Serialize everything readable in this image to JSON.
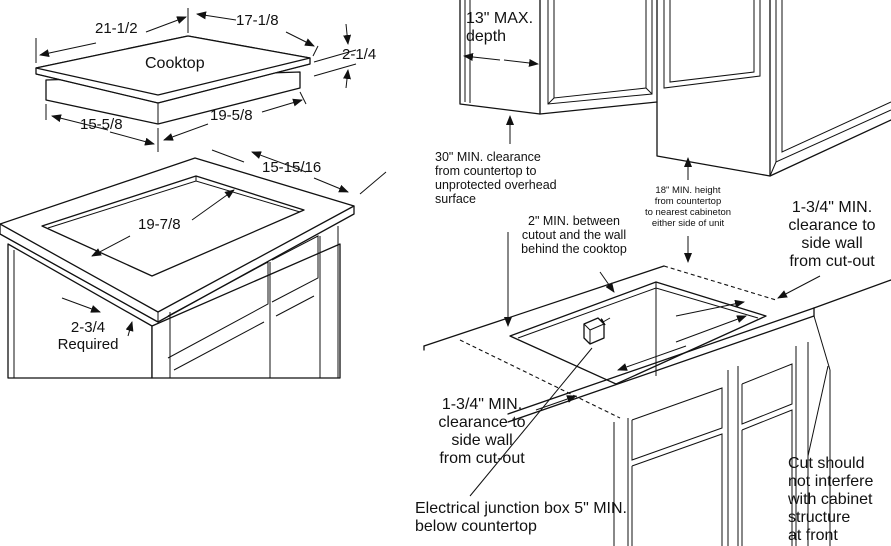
{
  "cooktop": {
    "label": "Cooktop",
    "dim_width": "21-1/2",
    "dim_depth": "17-1/8",
    "dim_height": "2-1/4",
    "dim_base_front": "15-5/8",
    "dim_base_side": "19-5/8"
  },
  "cabinet": {
    "dim_cutout_depth": "15-15/16",
    "dim_cutout_width": "19-7/8",
    "dim_setback": "2-3/4",
    "setback_note": "Required"
  },
  "installation": {
    "max_depth": [
      "13\" MAX.",
      "depth"
    ],
    "clearance_overhead": [
      "30\" MIN. clearance",
      "from countertop to",
      "unprotected overhead",
      "surface"
    ],
    "cabinet_height": [
      "18\" MIN. height",
      "from countertop",
      "to nearest cabineton",
      "either side of unit"
    ],
    "wall_gap": [
      "2\" MIN. between",
      "cutout and the wall",
      "behind the cooktop"
    ],
    "side_clearance_right": [
      "1-3/4\" MIN.",
      "clearance to",
      "side wall",
      "from cut-out"
    ],
    "side_clearance_left": [
      "1-3/4\" MIN.",
      "clearance to",
      "side wall",
      "from cut-out"
    ],
    "junction_box": [
      "Electrical junction box 5\" MIN.",
      "below countertop"
    ],
    "cut_note": [
      "Cut should",
      "not interfere",
      "with cabinet",
      "structure",
      "at front"
    ]
  }
}
